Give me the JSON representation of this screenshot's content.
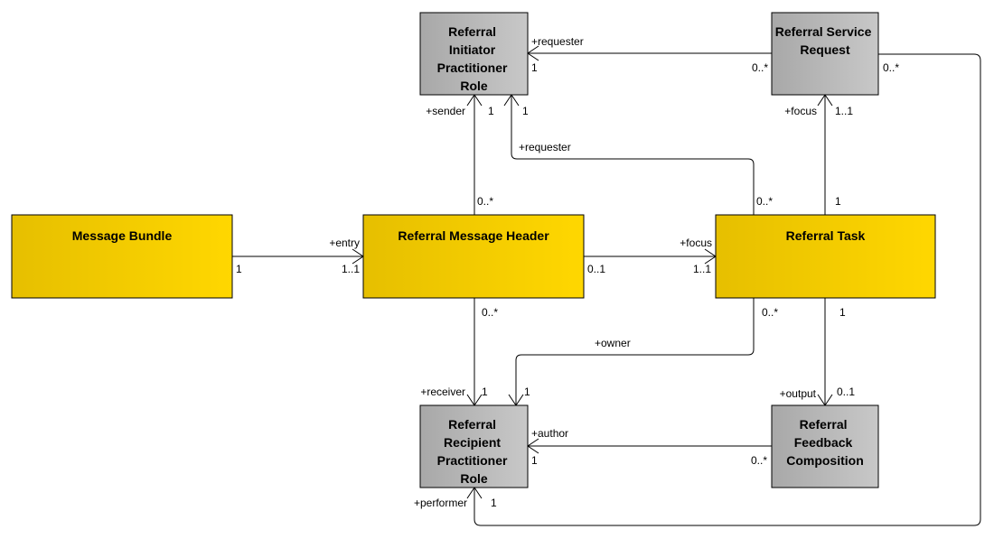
{
  "colors": {
    "yellow_start": "#e6bf00",
    "yellow_end": "#ffd700",
    "grey_start": "#a8a8a8",
    "grey_end": "#c8c8c8",
    "stroke": "#000000",
    "background": "#ffffff"
  },
  "classes": {
    "initiator": {
      "lines": [
        "Referral",
        "Initiator",
        "Practitioner",
        "Role"
      ],
      "style": "grey"
    },
    "service_request": {
      "lines": [
        "Referral Service",
        "Request"
      ],
      "style": "grey"
    },
    "message_bundle": {
      "lines": [
        "Message Bundle"
      ],
      "style": "yellow"
    },
    "message_header": {
      "lines": [
        "Referral Message Header"
      ],
      "style": "yellow"
    },
    "task": {
      "lines": [
        "Referral Task"
      ],
      "style": "yellow"
    },
    "recipient": {
      "lines": [
        "Referral",
        "Recipient",
        "Practitioner",
        "Role"
      ],
      "style": "grey"
    },
    "feedback": {
      "lines": [
        "Referral",
        "Feedback",
        "Composition"
      ],
      "style": "grey"
    }
  },
  "associations": [
    {
      "from": "service_request",
      "to": "initiator",
      "role": "+requester",
      "mult_source": "0..*",
      "mult_target": "1"
    },
    {
      "from": "message_header",
      "to": "initiator",
      "role": "+sender",
      "mult_source": "0..*",
      "mult_target": "1"
    },
    {
      "from": "task",
      "to": "initiator",
      "role": "+requester",
      "mult_source": "0..*",
      "mult_target": "1"
    },
    {
      "from": "task",
      "to": "service_request",
      "role": "+focus",
      "mult_source": "1",
      "mult_target": "1..1"
    },
    {
      "from": "message_bundle",
      "to": "message_header",
      "role": "+entry",
      "mult_source": "1",
      "mult_target": "1..1"
    },
    {
      "from": "message_header",
      "to": "task",
      "role": "+focus",
      "mult_source": "0..1",
      "mult_target": "1..1"
    },
    {
      "from": "message_header",
      "to": "recipient",
      "role": "+receiver",
      "mult_source": "0..*",
      "mult_target": "1"
    },
    {
      "from": "task",
      "to": "recipient",
      "role": "+owner",
      "mult_source": "0..*",
      "mult_target": "1"
    },
    {
      "from": "task",
      "to": "feedback",
      "role": "+output",
      "mult_source": "1",
      "mult_target": "0..1"
    },
    {
      "from": "feedback",
      "to": "recipient",
      "role": "+author",
      "mult_source": "0..*",
      "mult_target": "1"
    },
    {
      "from": "service_request",
      "to": "recipient",
      "role": "+performer",
      "mult_source": "0..*",
      "mult_target": "1"
    }
  ]
}
